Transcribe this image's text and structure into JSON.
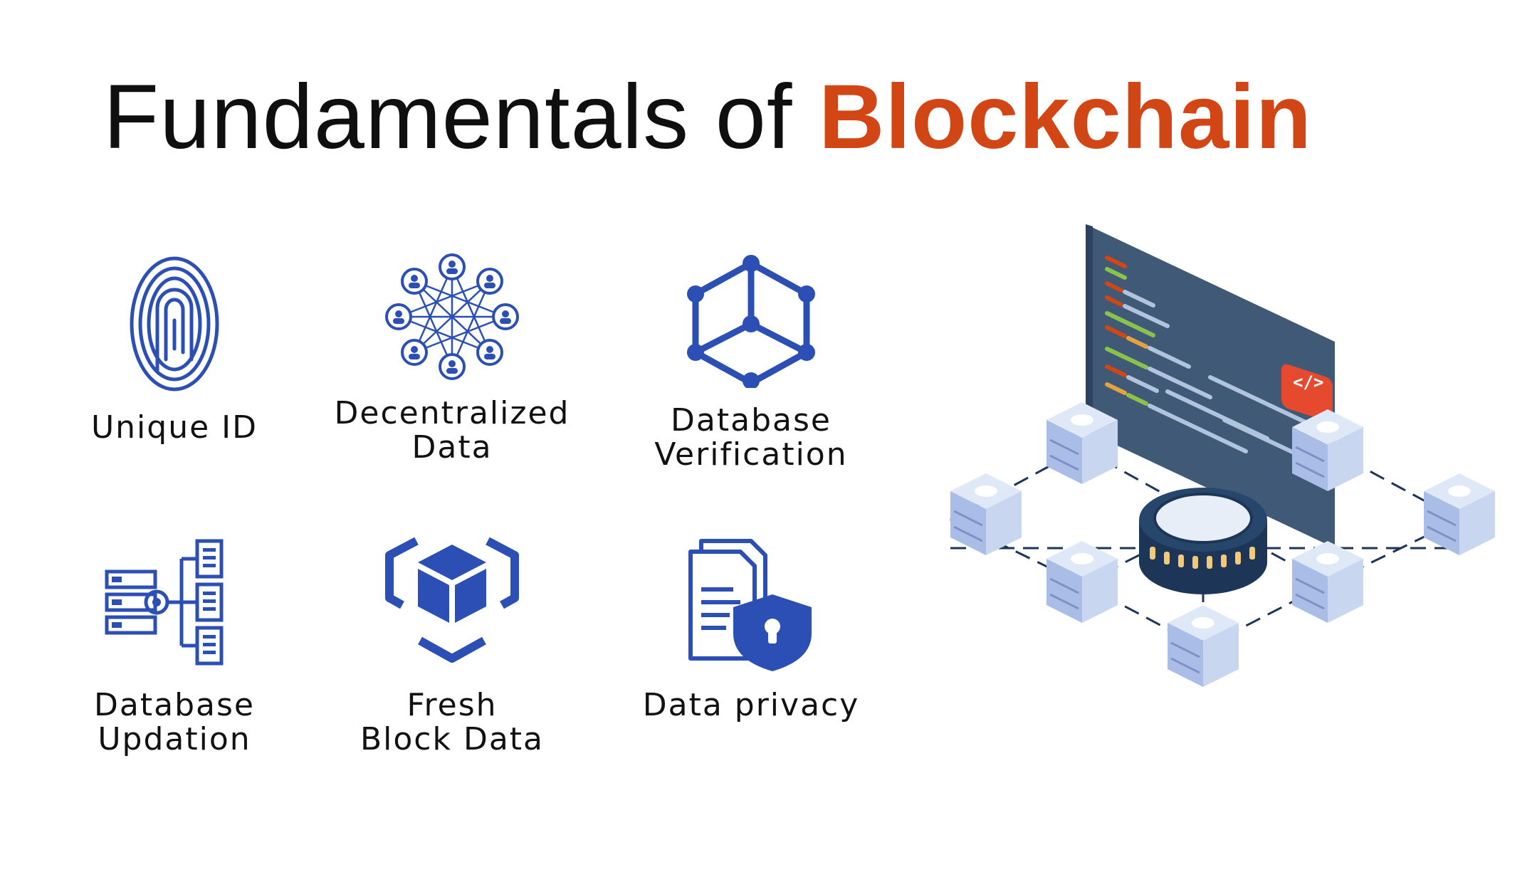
{
  "title": {
    "lead": "Fundamentals of",
    "accent": "Blockchain"
  },
  "colors": {
    "icon_blue": "#2b4fb4",
    "accent_orange": "#d24514",
    "panel": "#3f5976",
    "text": "#111111"
  },
  "features": [
    {
      "icon": "fingerprint-icon",
      "line1": "Unique ID",
      "line2": ""
    },
    {
      "icon": "network-users-icon",
      "line1": "Decentralized",
      "line2": "Data"
    },
    {
      "icon": "cube-nodes-icon",
      "line1": "Database",
      "line2": "Verification"
    },
    {
      "icon": "database-update-icon",
      "line1": "Database",
      "line2": "Updation"
    },
    {
      "icon": "block-cube-icon",
      "line1": "Fresh",
      "line2": "Block Data"
    },
    {
      "icon": "document-shield-icon",
      "line1": "Data privacy",
      "line2": ""
    }
  ],
  "illustration": {
    "name": "blockchain-network-illustration",
    "code_tag": "</>"
  }
}
